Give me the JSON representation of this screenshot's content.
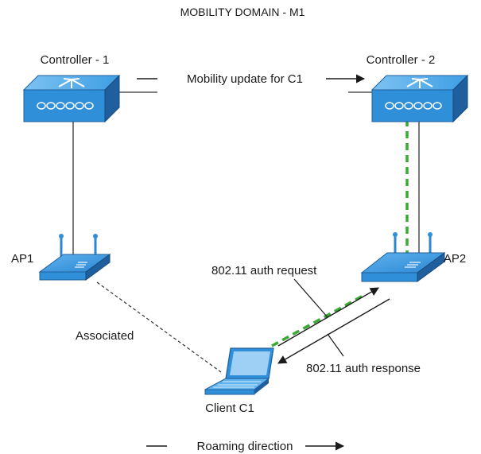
{
  "title": "MOBILITY DOMAIN - M1",
  "nodes": {
    "controller1": {
      "label": "Controller - 1",
      "icon": "wireless-lan-controller-icon"
    },
    "controller2": {
      "label": "Controller - 2",
      "icon": "wireless-lan-controller-icon"
    },
    "ap1": {
      "label": "AP1",
      "icon": "access-point-icon"
    },
    "ap2": {
      "label": "AP2",
      "icon": "access-point-icon"
    },
    "client": {
      "label": "Client C1",
      "icon": "laptop-icon"
    }
  },
  "edges": {
    "mobility_update": "Mobility update for C1",
    "associated": "Associated",
    "auth_request": "802.11 auth request",
    "auth_response": "802.11 auth response"
  },
  "footer": {
    "roaming": "Roaming direction"
  },
  "colors": {
    "device_blue": "#2f8fd8",
    "device_dark": "#1f5f9e",
    "device_light": "#9ed0f5",
    "dashed_green": "#3aaa35",
    "line": "#333333"
  }
}
